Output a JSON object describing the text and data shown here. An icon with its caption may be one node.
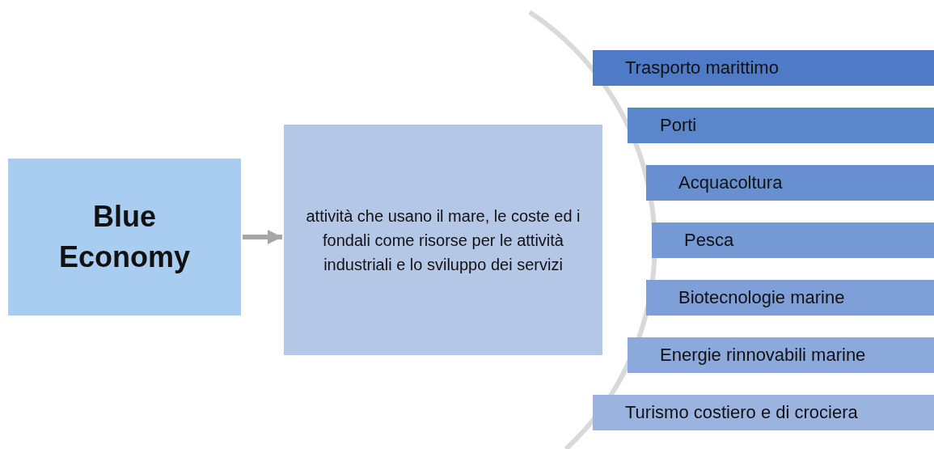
{
  "diagram": {
    "nodes": [
      {
        "text": [
          "Blue Economy"
        ]
      },
      {
        "text": [
          "attività che usano il mare, le coste ed i fondali come risorse per le attività industriali e lo sviluppo dei servizi"
        ]
      },
      {
        "text": [
          "Trasporto marittimo"
        ]
      },
      {
        "text": [
          "Porti"
        ]
      },
      {
        "text": [
          "Acquacoltura"
        ]
      },
      {
        "text": [
          "Pesca"
        ]
      },
      {
        "text": [
          "Biotecnologie marine"
        ]
      },
      {
        "text": [
          "Energie rinnovabili marine"
        ]
      },
      {
        "text": [
          "Turismo costiero e di crociera"
        ]
      }
    ],
    "edges": [
      {
        "from": 0,
        "to": 1,
        "arrow": "to"
      }
    ]
  }
}
